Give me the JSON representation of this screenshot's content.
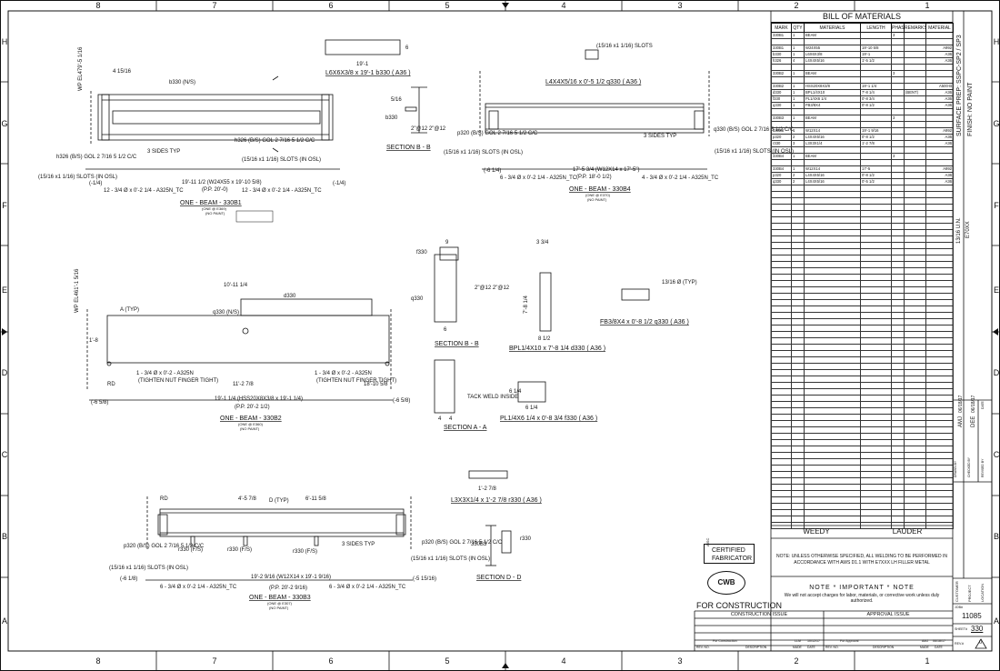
{
  "zones": {
    "columns": [
      "8",
      "7",
      "6",
      "5",
      "4",
      "3",
      "2",
      "1"
    ],
    "rows": [
      "H",
      "G",
      "F",
      "E",
      "D",
      "C",
      "B",
      "A"
    ]
  },
  "bom": {
    "title": "BILL OF MATERIALS",
    "headers": [
      "MARK",
      "QTY",
      "MATERIALS",
      "LENGTH",
      "PHASE",
      "REMARKS",
      "MATERIAL"
    ],
    "rows": [
      [
        "330B1",
        "1",
        "BEAM",
        "",
        "3",
        "",
        ""
      ],
      [
        "",
        "",
        "",
        "",
        "",
        "",
        ""
      ],
      [
        "330B1",
        "1",
        "W24X55",
        "19'-10 5/8",
        "",
        "",
        "A992"
      ],
      [
        "b330",
        "1",
        "L6X6X3/8",
        "19'-1",
        "",
        "",
        "A36"
      ],
      [
        "h326",
        "4",
        "L4X4X5/16",
        "1'-5 1/2",
        "",
        "",
        "A36"
      ],
      [
        "",
        "",
        "",
        "",
        "",
        "",
        ""
      ],
      [
        "330B2",
        "1",
        "BEAM",
        "",
        "3",
        "",
        ""
      ],
      [
        "",
        "",
        "",
        "",
        "",
        "",
        ""
      ],
      [
        "330B2",
        "1",
        "HSS20X8X3/8",
        "19'-1 1/4",
        "",
        "",
        "A500-B"
      ],
      [
        "d330",
        "1",
        "BPL1/4X10",
        "7'-8 1/4",
        "",
        "(BENT)",
        "A36"
      ],
      [
        "f330",
        "1",
        "PL1/4X6 1/4",
        "0'-8 3/4",
        "",
        "",
        "A36"
      ],
      [
        "q330",
        "1",
        "FB3/8X4",
        "0'-8 1/2",
        "",
        "",
        "A36"
      ],
      [
        "",
        "",
        "",
        "",
        "",
        "",
        ""
      ],
      [
        "330B3",
        "1",
        "BEAM",
        "",
        "3",
        "",
        ""
      ],
      [
        "",
        "",
        "",
        "",
        "",
        "",
        ""
      ],
      [
        "330B3",
        "1",
        "W12X14",
        "19'-1 9/16",
        "",
        "",
        "A992"
      ],
      [
        "p320",
        "2",
        "L4X4X5/16",
        "0'-8 1/2",
        "",
        "",
        "A36"
      ],
      [
        "r330",
        "3",
        "L3X3X1/4",
        "1'-2 7/8",
        "",
        "",
        "A36"
      ],
      [
        "",
        "",
        "",
        "",
        "",
        "",
        ""
      ],
      [
        "330B4",
        "1",
        "BEAM",
        "",
        "3",
        "",
        ""
      ],
      [
        "",
        "",
        "",
        "",
        "",
        "",
        ""
      ],
      [
        "330B4",
        "1",
        "W12X14",
        "17'-5",
        "",
        "",
        "A992"
      ],
      [
        "p320",
        "2",
        "L4X4X5/16",
        "0'-8 1/2",
        "",
        "",
        "A36"
      ],
      [
        "q330",
        "2",
        "L4X4X5/16",
        "0'-5 1/2",
        "",
        "",
        "A36"
      ]
    ]
  },
  "titleblock": {
    "surface_prep": "SURFACE PREP: SSPC-SP2 / SP3",
    "finish": "FINISH: NO PAINT",
    "customer_a": "WEEDY",
    "customer_b": "LAUDER",
    "weld_note": "NOTE: UNLESS OTHERWISE SPECIFIED, ALL WELDING TO BE PERFORMED IN ACCORDANCE WITH AWS D1.1 WITH E7XXX LH FILLER METAL",
    "important_note": "NOTE  *  IMPORTANT  *  NOTE",
    "charges_note": "We will not accept charges for labor, materials, or corrective work unless duly authorized.",
    "for_construction": "FOR CONSTRUCTION",
    "construction_issue": "CONSTRUCTION  ISSUE",
    "approval_issue": "APPROVAL  ISSUE",
    "aisc_line1": "CERTIFIED",
    "aisc_line2": "FABRICATOR",
    "aisc_tag": "AISC",
    "cwb_tag": "CWB",
    "drawn_by": "AMJ",
    "checked_by": "DEE",
    "drawn_date": "06/18/17",
    "checked_date": "06/18/17",
    "job_no": "11085",
    "sheet_no": "330",
    "rev_no": "0",
    "rev_a_desc": "For Construction",
    "rev_a_made": "LLM",
    "rev_a_date": "10/12/17",
    "rev_b_desc": "For Approval",
    "rev_b_made": "AMJ",
    "rev_b_date": "06/18/17",
    "labels": {
      "drawn": "DRAWN BY",
      "checked": "CHECKED BY",
      "revised": "REVISED BY",
      "date": "DATE",
      "customer": "CUSTOMER",
      "project": "PROJECT",
      "location": "LOCATION",
      "job": "JOB#",
      "sheet": "SHEET#",
      "rev": "REV.#",
      "rev_no": "REV. NO.",
      "description": "DESCRIPTION",
      "made": "MADE",
      "date2": "DATE",
      "scale": "13/16  U.N.",
      "e70": "E70XX"
    }
  },
  "beam330b1": {
    "title": "ONE - BEAM - 330B1",
    "sub1": "(ONE @ E369)",
    "sub2": "(NO PAINT)",
    "length": "19'-11 1/2 (W24X55 x 19'-10 5/8)",
    "pp": "(P.P. 20'-0)",
    "callout_b": "b330 (N/S)",
    "left_note": "h326 (B/S) GOL 2 7/16 5 1/2 C/C",
    "left_slots": "(15/16 x1 1/16) SLOTS (IN OSL)",
    "right_note": "h326 (B/S) GOL 2 7/16 5 1/2 C/C",
    "right_slots": "(15/16 x1 1/16) SLOTS (IN OSL)",
    "bolts_l": "12 - 3/4 Ø x 0'-2 1/4 - A325N_TC",
    "bolts_r": "12 - 3/4 Ø x 0'-2 1/4 - A325N_TC",
    "sides": "3 SIDES TYP",
    "wp": "WP EL479'-5 1/16",
    "dim_top": "4 15/16",
    "dim_l": "(-1/4)",
    "dim_r": "(-1/4)"
  },
  "angle_b330": {
    "title": "L6X6X3/8 x 19'-1  b330 ( A36 )",
    "len": "19'-1",
    "dim": "6"
  },
  "section_bb1": {
    "title": "SECTION  B - B",
    "part": "b330",
    "weld": "2\"@12 2\"@12",
    "w": "5/16"
  },
  "beam330b4": {
    "title": "ONE - BEAM - 330B4",
    "sub1": "(ONE @ E370)",
    "sub2": "(NO PAINT)",
    "length": "17'-5 3/4 (W12X14 x 17'-5\")",
    "pp": "(P.P. 18'-0 1/2)",
    "angle": "L4X4X5/16 x 0'-5 1/2  q330 ( A36 )",
    "slots": "(15/16 x1 1/16) SLOTS",
    "left_note": "p320 (B/S) GOL 2 7/16 5 1/2 C/C",
    "left_slots": "(15/16 x1 1/16) SLOTS (IN OSL)",
    "right_note": "q330 (B/S) GOL 2 7/16 5 1/2 C/C",
    "right_slots": "(15/16 x1 1/16) SLOTS (IN OSL)",
    "bolts_l": "6 - 3/4 Ø x 0'-2 1/4 - A325N_TC",
    "bolts_r": "4 - 3/4 Ø x 0'-2 1/4 - A325N_TC",
    "sides": "3 SIDES TYP",
    "dim_l": "(-6 1/4)"
  },
  "beam330b2": {
    "title": "ONE - BEAM - 330B2",
    "sub1": "(ONE @ E360)",
    "sub2": "(NO PAINT)",
    "length": "19'-1 1/4 (HSS20X8X3/8 x 19'-1 1/4)",
    "pp": "(P.P. 20'-2 1/2)",
    "wp": "WP EL461'-1 5/16",
    "dim_top": "10'-11 1/4",
    "part_d": "d330",
    "part_q": "q330 (N/S)",
    "typ": "A (TYP)",
    "bolt_l": "1 - 3/4 Ø x 0'-2 - A325N",
    "bolt_r": "1 - 3/4 Ø x 0'-2 - A325N",
    "tighten": "(TIGHTEN NUT FINGER TIGHT)",
    "dim_mid": "11'-2 7/8",
    "dim_r": "18'-10 5/8",
    "dim_l": "(-6 5/8)",
    "dim_rr": "(-6 5/8)",
    "rd": "RD",
    "h": "1'-8"
  },
  "section_bb2": {
    "title": "SECTION  B - B",
    "part": "f330",
    "part2": "q330",
    "weld": "2\"@12 2\"@12",
    "dim": "9",
    "dim2": "6"
  },
  "plate_d330": {
    "title": "BPL1/4X10 x 7'-8 1/4  d330 ( A36 )",
    "len": "7'-8 1/4",
    "w": "8 1/2",
    "top": "3 3/4"
  },
  "bar_q330": {
    "title": "FB3/8X4 x 0'-8 1/2  q330 ( A36 )",
    "typ": "13/16 Ø (TYP)"
  },
  "section_aa": {
    "title": "SECTION  A - A",
    "tack": "TACK WELD INSIDE",
    "d4a": "4",
    "d4b": "4"
  },
  "plate_f330": {
    "title": "PL1/4X6 1/4 x 0'-8 3/4  f330 ( A36 )",
    "w": "6 1/4",
    "h": "6 1/4"
  },
  "angle_r330": {
    "title": "L3X3X1/4 x 1'-2 7/8  r330 ( A36 )",
    "len": "1'-2 7/8"
  },
  "section_dd": {
    "title": "SECTION  D - D",
    "part": "r330",
    "beam": "330B3"
  },
  "beam330b3": {
    "title": "ONE - BEAM - 330B3",
    "sub1": "(ONE @ E307)",
    "sub2": "(NO PAINT)",
    "length": "19'-2 9/16 (W12X14 x 19'-1 9/16)",
    "pp": "(P.P. 20'-2 9/16)",
    "dim_a": "4'-5 7/8",
    "dim_b": "6'-11 5/8",
    "typ": "D (TYP)",
    "r330a": "r330 (F/S)",
    "r330b": "r330 (F/S)",
    "r330c": "r330 (F/S)",
    "left_note": "p320 (B/S) GOL 2 7/16 5 1/2 C/C",
    "left_slots": "(15/16 x1 1/16) SLOTS (IN OSL)",
    "right_note": "p320 (B/S) GOL 2 7/16 5 1/2 C/C",
    "right_slots": "(15/16 x1 1/16) SLOTS (IN OSL)",
    "bolts_l": "6 - 3/4 Ø x 0'-2 1/4 - A325N_TC",
    "bolts_r": "6 - 3/4 Ø x 0'-2 1/4 - A325N_TC",
    "sides": "3 SIDES TYP",
    "rd": "RD",
    "dim_l": "(-6 1/8)",
    "dim_r": "(-5 15/16)"
  }
}
